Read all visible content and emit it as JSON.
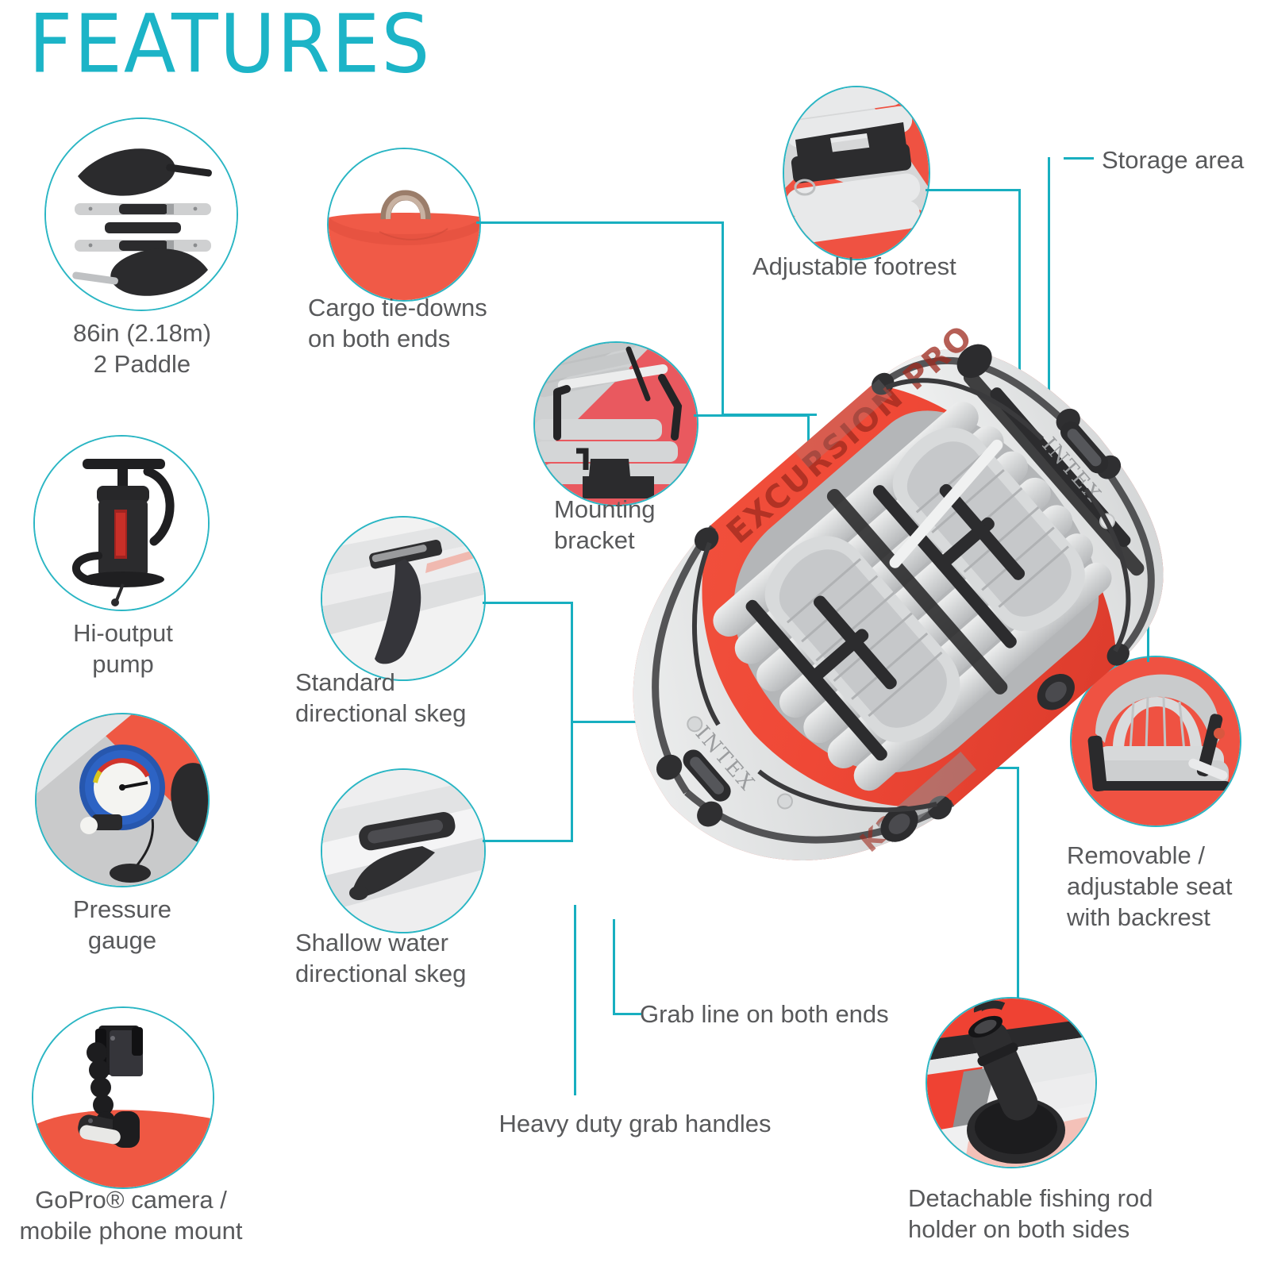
{
  "page": {
    "title": "FEATURES",
    "brand_on_hull": "INTEX",
    "hull_model_text": "EXCURSION PRO"
  },
  "colors": {
    "accent_teal": "#18AFC0",
    "title_teal": "#1CB4C7",
    "label_gray": "#58595B",
    "hull_red": "#EE4B3C",
    "hull_gray": "#D9DADA",
    "dark_part": "#2A2A2C"
  },
  "accessories": [
    {
      "name": "paddles",
      "icon": "paddle-icon",
      "caption": "86in (2.18m)\n2 Paddle"
    },
    {
      "name": "pump",
      "icon": "hand-pump-icon",
      "caption": "Hi-output\npump"
    },
    {
      "name": "gauge",
      "icon": "pressure-gauge-icon",
      "caption": "Pressure\ngauge"
    },
    {
      "name": "gopro",
      "icon": "camera-mount-icon",
      "caption": "GoPro® camera /\nmobile phone mount"
    }
  ],
  "callouts": [
    {
      "key": "cargo",
      "caption": "Cargo tie-downs\non both ends",
      "has_bubble": true
    },
    {
      "key": "mounting",
      "caption": "Mounting\nbracket",
      "has_bubble": true
    },
    {
      "key": "footrest",
      "caption": "Adjustable footrest",
      "has_bubble": true
    },
    {
      "key": "storage",
      "caption": "Storage area",
      "has_bubble": false
    },
    {
      "key": "std_skeg",
      "caption": "Standard\ndirectional skeg",
      "has_bubble": true
    },
    {
      "key": "shal_skeg",
      "caption": "Shallow water\ndirectional skeg",
      "has_bubble": true
    },
    {
      "key": "seat",
      "caption": "Removable /\nadjustable seat\nwith backrest",
      "has_bubble": true
    },
    {
      "key": "rod",
      "caption": "Detachable fishing rod\nholder on both sides",
      "has_bubble": true
    },
    {
      "key": "grabline",
      "caption": "Grab line on both ends",
      "has_bubble": false
    },
    {
      "key": "handles",
      "caption": "Heavy duty grab handles",
      "has_bubble": false
    }
  ]
}
